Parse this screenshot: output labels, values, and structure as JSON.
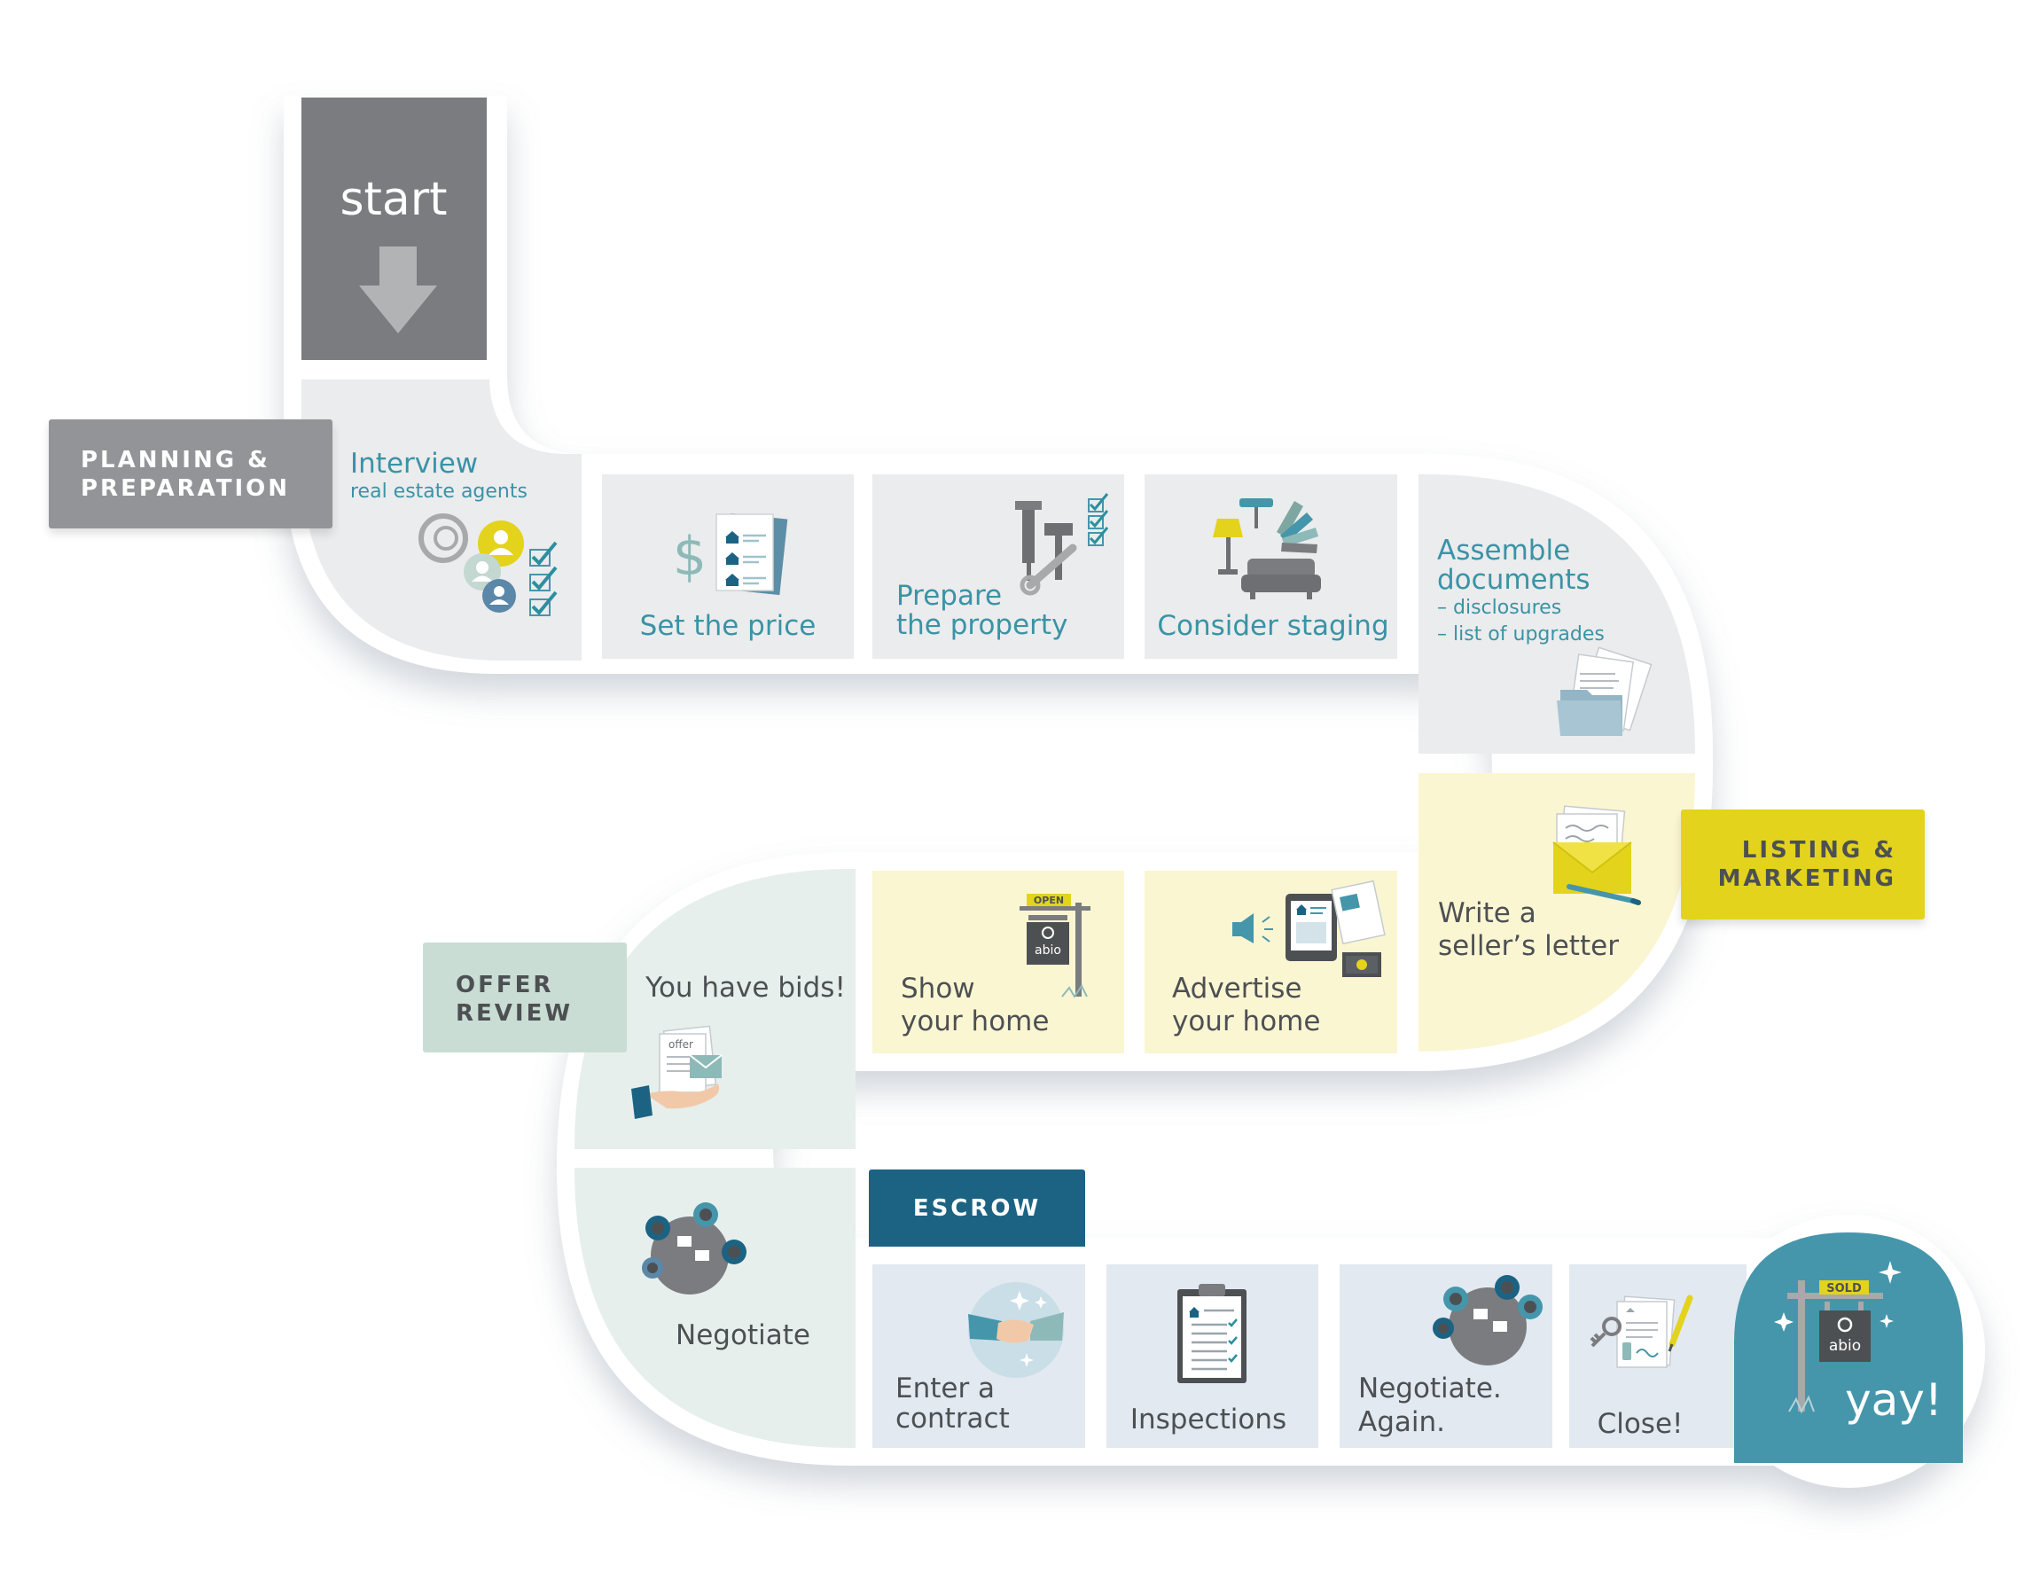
{
  "start": {
    "label": "start",
    "arrow_icon": "arrow-down-icon"
  },
  "stages": {
    "planning": "PLANNING &\nPREPARATION",
    "listing": "LISTING &\nMARKETING",
    "offer": "OFFER\nREVIEW",
    "escrow": "ESCROW"
  },
  "steps": {
    "interview": {
      "title": "Interview",
      "subtitle": "real estate agents",
      "icon": "agents-checklist-icon"
    },
    "set_price": {
      "label": "Set the price",
      "icon": "price-sheet-icon"
    },
    "prepare": {
      "line1": "Prepare",
      "line2": "the property",
      "icon": "tools-checklist-icon"
    },
    "staging": {
      "label": "Consider staging",
      "icon": "furniture-swatches-icon"
    },
    "assemble": {
      "line1": "Assemble",
      "line2": "documents",
      "item1": "– disclosures",
      "item2": "– list of upgrades",
      "icon": "folder-documents-icon"
    },
    "letter": {
      "line1": "Write a",
      "line2": "seller’s letter",
      "icon": "envelope-letter-icon"
    },
    "advertise": {
      "line1": "Advertise",
      "line2": "your home",
      "icon": "advertising-media-icon"
    },
    "show": {
      "line1": "Show",
      "line2": "your home",
      "sign_top": "OPEN",
      "sign_brand": "abio",
      "icon": "open-house-sign-icon"
    },
    "bids": {
      "label": "You have bids!",
      "icon_text": "offer",
      "icon": "offer-hand-icon"
    },
    "negotiate": {
      "label": "Negotiate",
      "icon": "meeting-table-icon"
    },
    "contract": {
      "line1": "Enter a",
      "line2": "contract",
      "icon": "handshake-icon"
    },
    "inspections": {
      "label": "Inspections",
      "icon": "clipboard-checklist-icon"
    },
    "negotiate_again": {
      "line1": "Negotiate.",
      "line2": "Again.",
      "icon": "meeting-table-icon"
    },
    "close": {
      "label": "Close!",
      "icon": "keys-contract-pen-icon"
    },
    "finish": {
      "label": "yay!",
      "sign_top": "SOLD",
      "sign_brand": "abio",
      "icon": "sold-sign-icon"
    }
  },
  "colors": {
    "start": "#7b7c7f",
    "planning_tile": "#ebeced",
    "planning_label": "#929497",
    "listing_tile": "#fbf6d2",
    "listing_label": "#e3d31c",
    "offer_tile": "#e6efec",
    "offer_label": "#c9ddd4",
    "escrow_tile": "#e2e9f0",
    "escrow_label": "#1c6383",
    "finish": "#4596ab",
    "teal_text": "#3a93a6",
    "gray_text": "#4d5053"
  }
}
